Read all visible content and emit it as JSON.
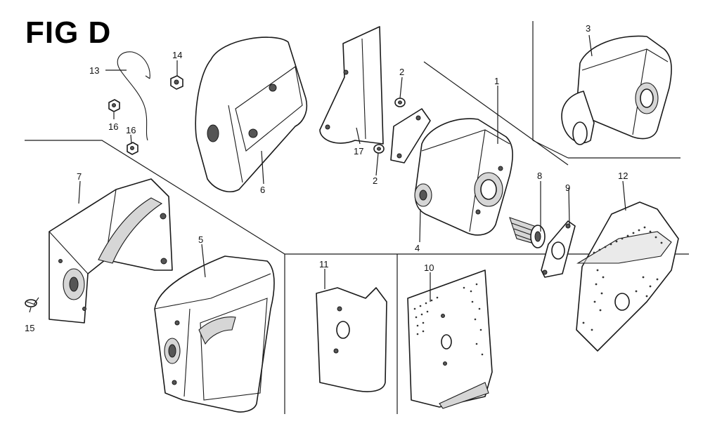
{
  "figure": {
    "title": "FIG D"
  },
  "callouts": [
    {
      "id": "c1",
      "label": "1"
    },
    {
      "id": "c2a",
      "label": "2"
    },
    {
      "id": "c2b",
      "label": "2"
    },
    {
      "id": "c3",
      "label": "3"
    },
    {
      "id": "c4",
      "label": "4"
    },
    {
      "id": "c5",
      "label": "5"
    },
    {
      "id": "c6",
      "label": "6"
    },
    {
      "id": "c7",
      "label": "7"
    },
    {
      "id": "c8",
      "label": "8"
    },
    {
      "id": "c9",
      "label": "9"
    },
    {
      "id": "c10",
      "label": "10"
    },
    {
      "id": "c11",
      "label": "11"
    },
    {
      "id": "c12",
      "label": "12"
    },
    {
      "id": "c13",
      "label": "13"
    },
    {
      "id": "c14",
      "label": "14"
    },
    {
      "id": "c15",
      "label": "15"
    },
    {
      "id": "c16a",
      "label": "16"
    },
    {
      "id": "c16b",
      "label": "16"
    },
    {
      "id": "c17",
      "label": "17"
    }
  ]
}
